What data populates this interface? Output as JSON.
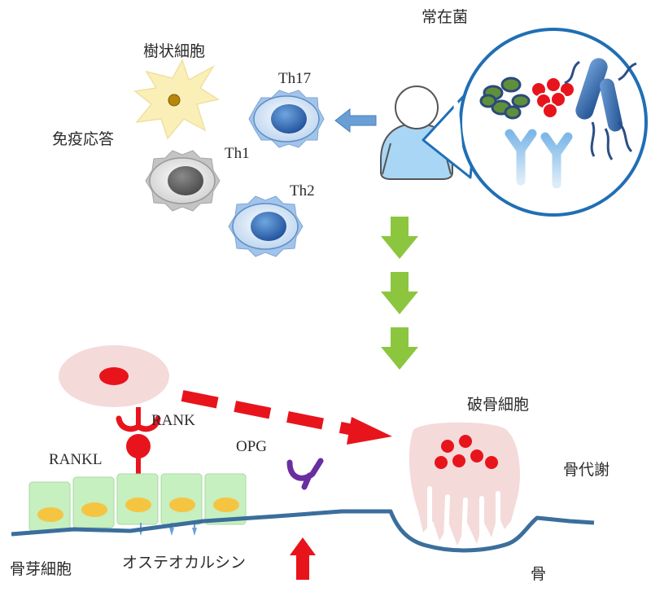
{
  "labels": {
    "commensal_bacteria": "常在菌",
    "dendritic_cell": "樹状細胞",
    "immune_response": "免疫応答",
    "th17": "Th17",
    "th1": "Th1",
    "th2": "Th2",
    "osteoclast": "破骨細胞",
    "bone_metabolism": "骨代謝",
    "rank": "RANK",
    "rankl": "RANKL",
    "opg": "OPG",
    "osteoblast": "骨芽細胞",
    "osteocalcin": "オステオカルシン",
    "bone": "骨"
  },
  "colors": {
    "green_arrow": "#8cc63f",
    "red": "#e8141c",
    "bone_line": "#3b6e9c",
    "osteoblast_fill": "#c6f0c0",
    "osteoblast_nucleus": "#f5c542",
    "osteoclast_fill": "#f5dada",
    "dendritic_fill": "#fbefb8",
    "person_body": "#a9d6f5",
    "th_blue": "#3a78bf",
    "th1_gray": "#6e6e6e",
    "opg_purple": "#6a2ea0",
    "bacteria_circle": "#1f6fb5"
  }
}
